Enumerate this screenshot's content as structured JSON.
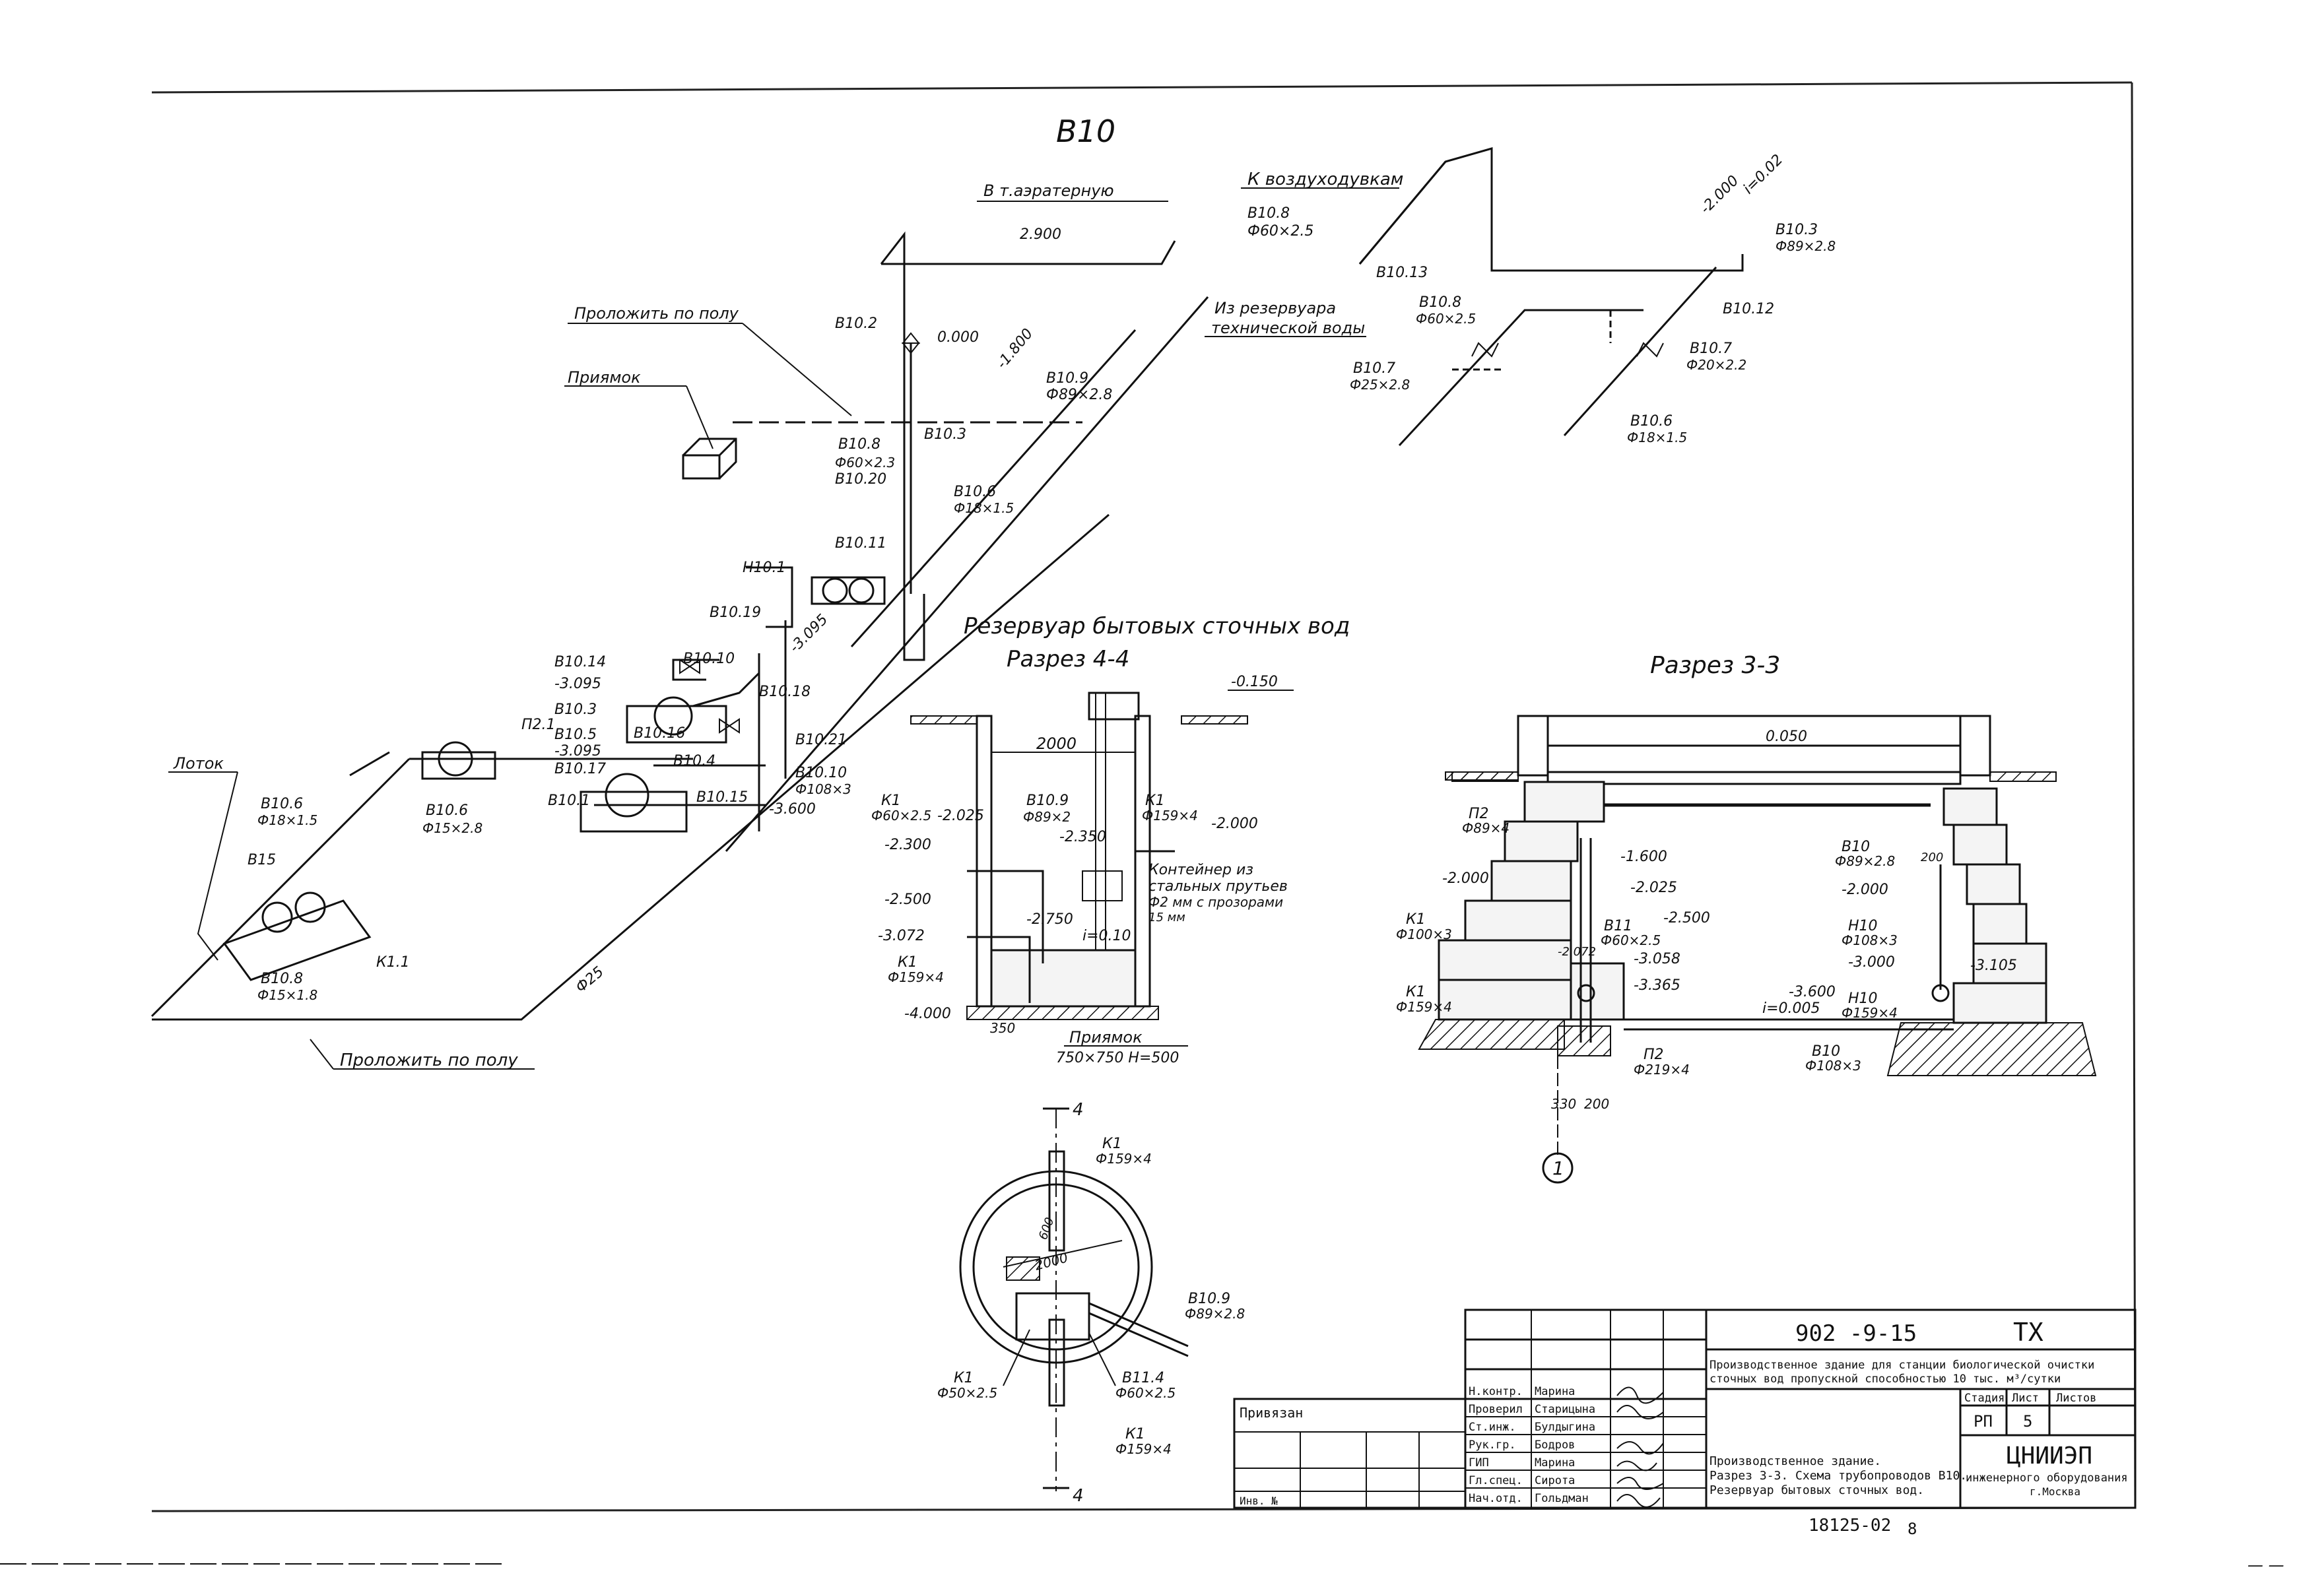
{
  "sheet": {
    "number": "902 -9-15",
    "code": "ТХ",
    "scan_mark": "18125-02",
    "scan_mark_suffix": "8",
    "corner_marks": "— —"
  },
  "isometric": {
    "title": "В10",
    "labels": {
      "to_aerators": "В т.аэратерную",
      "to_blowers": "К воздуходувкам",
      "lay_floor_top": "Проложить по полу",
      "pit": "Приямок",
      "from_reservoir_1": "Из резервуара",
      "from_reservoir_2": "технической воды",
      "tray": "Лоток",
      "lay_floor_bottom": "Проложить по полу"
    },
    "marks": [
      "В10.2",
      "В10.8",
      "Ф60×2.5",
      "В10.13",
      "В10.9",
      "Ф89×2.8",
      "В10.3",
      "В10.8",
      "Ф60×2.3",
      "В10.20",
      "В10.6",
      "Ф18×1.5",
      "В10.11",
      "Н10.1",
      "В10.19",
      "В10.14",
      "В10.10",
      "В10.18",
      "В10.3",
      "В10.5",
      "В10.17",
      "В10.16",
      "В10.4",
      "В10.1",
      "В10.15",
      "В10.21",
      "В10.10",
      "Ф108×3",
      "П2.1",
      "В10.6",
      "Ф18×1.5",
      "В10.6",
      "Ф15×2.8",
      "В15",
      "К1.1",
      "В10.8",
      "Ф15×1.8",
      "Ф25"
    ],
    "levels": [
      "2.900",
      "0.000",
      "-1.800",
      "-3.095",
      "-3.095",
      "-3.095",
      "-3.600"
    ],
    "right_group": [
      "-2.000",
      "i=0.02",
      "В10.3",
      "Ф89×2.8",
      "В10.8",
      "Ф60×2.5",
      "В10.12",
      "В10.7",
      "Ф20×2.2",
      "В10.7",
      "Ф25×2.8",
      "В10.6",
      "Ф18×1.5"
    ]
  },
  "section44": {
    "title": "Резервуар бытовых сточных вод",
    "subtitle": "Разрез 4-4",
    "level_top": "-0.150",
    "width": "2000",
    "k1_left": "К1",
    "k1_left_d": "Ф60×2.5",
    "lvl_2025": "-2.025",
    "lvl_2300": "-2.300",
    "b109": "В10.9",
    "b109_d": "Ф89×2",
    "lvl_2350": "-2.350",
    "k1_right": "К1",
    "k1_right_d": "Ф159×4",
    "lvl_2000": "-2.000",
    "lvl_2500": "-2.500",
    "lvl_2750": "-2.750",
    "container_1": "Контейнер из",
    "container_2": "стальных прутьев",
    "container_3": "Ф2 мм с прозорами",
    "container_4": "15 мм",
    "lvl_3072": "-3.072",
    "k1_bottom": "К1",
    "k1_bottom_d": "Ф159×4",
    "slope": "i=0.10",
    "lvl_4000": "-4.000",
    "dim_350": "350",
    "pit_1": "Приямок",
    "pit_2": "750×750 Н=500"
  },
  "plan": {
    "cut": "4",
    "cut_bottom": "4",
    "k1_top": "К1",
    "k1_top_d": "Ф159×4",
    "dim_600": "600",
    "dim_2000": "2000",
    "b109": "В10.9",
    "b109_d": "Ф89×2.8",
    "k1_left": "К1",
    "k1_left_d": "Ф50×2.5",
    "b114": "В11.4",
    "b114_d": "Ф60×2.5",
    "k1_bottom": "К1",
    "k1_bottom_d": "Ф159×4"
  },
  "section33": {
    "title": "Разрез 3-3",
    "lvl_top": "0.050",
    "p2_top": "П2",
    "p2_top_d": "Ф89×4",
    "lvl_1600": "-1.600",
    "lvl_2000": "-2.000",
    "lvl_2025": "-2.025",
    "k1_left": "К1",
    "k1_left_d": "Ф100×3",
    "b11": "В11",
    "b11_d": "Ф60×2.5",
    "lvl_2500": "-2.500",
    "lvl_2072": "-2.072",
    "lvl_3058": "-3.058",
    "lvl_3365": "-3.365",
    "k1_bottom": "К1",
    "k1_bottom_d": "Ф159×4",
    "lvl_3600": "-3.600",
    "slope": "i=0.005",
    "p2_bottom": "П2",
    "p2_bottom_d": "Ф219×4",
    "dim_330": "330",
    "dim_200": "200",
    "axis": "1",
    "b10_right": "В10",
    "b10_right_d": "Ф89×2.8",
    "lvl_2000r": "-2.000",
    "dim_200r": "200",
    "h10_upper": "Н10",
    "h10_upper_d": "Ф108×3",
    "lvl_3000": "-3.000",
    "lvl_3105": "-3.105",
    "h10_lower": "Н10",
    "h10_lower_d": "Ф159×4",
    "b10_bottom": "В10",
    "b10_bottom_d": "Ф108×3"
  },
  "title_block": {
    "attached": "Привязан",
    "inv": "Инв. №",
    "roles": [
      "Н.контр.",
      "Проверил",
      "Ст.инж.",
      "Рук.гр.",
      "ГИП",
      "Гл.спец.",
      "Нач.отд."
    ],
    "names": [
      "Марина",
      "Старицына",
      "Булдыгина",
      "Бодров",
      "Марина",
      "Сирота",
      "Гольдман"
    ],
    "project_1": "Производственное здание для станции биологической очистки",
    "project_2": "сточных вод пропускной способностью 10 тыс. м³/сутки",
    "stage_h": "Стадия",
    "sheet_h": "Лист",
    "sheets_h": "Листов",
    "stage": "РП",
    "sheet_no": "5",
    "doc_1": "Производственное здание.",
    "doc_2": "Разрез 3-3. Схема трубопроводов В10.",
    "doc_3": "Резервуар бытовых сточных вод.",
    "org": "ЦНИИЭП",
    "org_2": "инженерного оборудования",
    "org_3": "г.Москва"
  }
}
